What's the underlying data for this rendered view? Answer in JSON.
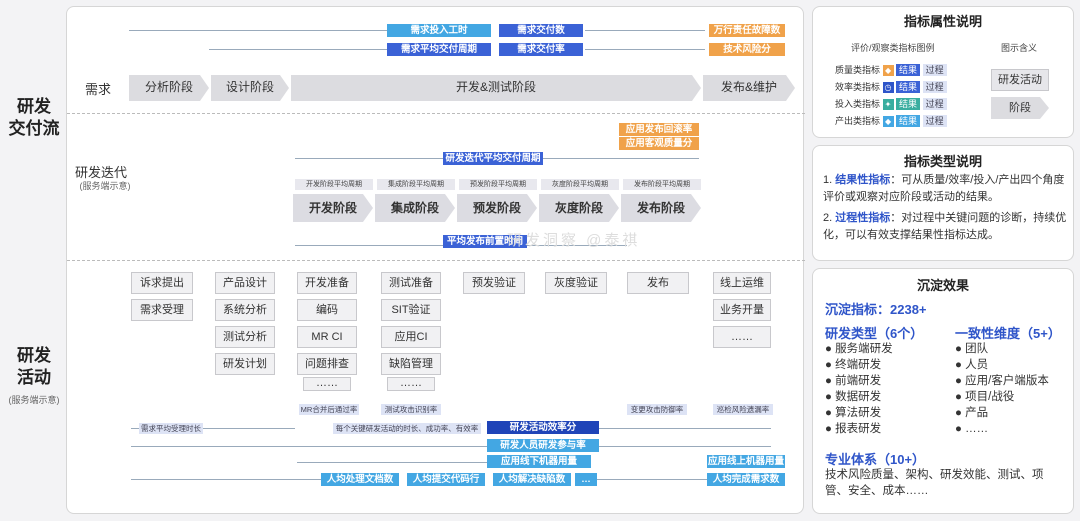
{
  "left": {
    "delivery_flow": "研发\n交付流",
    "activities": "研发\n活动",
    "activities_note": "(服务端示意)"
  },
  "flow": {
    "demand": "需求",
    "stages": [
      "分析阶段",
      "设计阶段",
      "开发&测试阶段",
      "发布&维护"
    ],
    "top_tags": {
      "manpower": "需求投入工时",
      "delivery_count": "需求交付数",
      "avg_cycle": "需求平均交付周期",
      "delivery_rate": "需求交付率",
      "fault_rate": "万行责任故障数",
      "tech_risk": "技术风险分"
    }
  },
  "iteration": {
    "title": "研发迭代",
    "note": "(服务端示意)",
    "rollback_rate": "应用发布回滚率",
    "customer_quality": "应用客观质量分",
    "avg_cycle": "研发迭代平均交付周期",
    "stage_labels": [
      "开发阶段平均周期",
      "集成阶段平均周期",
      "预发阶段平均周期",
      "灰度阶段平均周期",
      "发布阶段平均周期"
    ],
    "stages": [
      "开发阶段",
      "集成阶段",
      "预发阶段",
      "灰度阶段",
      "发布阶段"
    ],
    "lead_time": "平均发布前置时间",
    "watermark": "研发洞察 @泰祺"
  },
  "activities": {
    "col1": [
      "诉求提出",
      "需求受理"
    ],
    "col2": [
      "产品设计",
      "系统分析",
      "测试分析",
      "研发计划"
    ],
    "col3": [
      "开发准备",
      "编码",
      "MR CI",
      "问题排查",
      "……"
    ],
    "col4": [
      "测试准备",
      "SIT验证",
      "应用CI",
      "缺陷管理",
      "……"
    ],
    "col5": [
      "预发验证"
    ],
    "col6": [
      "灰度验证"
    ],
    "col7": [
      "发布"
    ],
    "col8": [
      "线上运维",
      "业务开量",
      "……"
    ]
  },
  "metrics_bottom": {
    "mr_rate": "MR合并后通过率",
    "test_attack": "测试攻击识别率",
    "change_defense": "变更攻击防御率",
    "rollback_risk": "巡检风险遗漏率",
    "avg_accept": "需求平均受理时长",
    "key_activity": "每个关键研发活动的时长、成功率、有效率",
    "efficiency": "研发活动效率分",
    "participation": "研发人员研发参与率",
    "offline_machine": "应用线下机器用量",
    "online_machine": "应用线上机器用量",
    "docs": "人均处理文档数",
    "commits": "人均提交代码行",
    "bugs": "人均解决缺陷数",
    "ellipsis": "…",
    "requirements": "人均完成需求数"
  },
  "attr_panel": {
    "title": "指标属性说明",
    "col_left": "评价/观察类指标图例",
    "col_right": "图示含义",
    "rows": [
      {
        "label": "质量类指标",
        "icon": "◆",
        "color": "#f0a24a",
        "result": "结果",
        "process": "过程"
      },
      {
        "label": "效率类指标",
        "icon": "◷",
        "color": "#2f55c9",
        "result": "结果",
        "process": "过程"
      },
      {
        "label": "投入类指标",
        "icon": "✦",
        "color": "#3aaea0",
        "result": "结果",
        "process": "过程"
      },
      {
        "label": "产出类指标",
        "icon": "◆",
        "color": "#43a7e3",
        "result": "结果",
        "process": "过程"
      }
    ],
    "example_activity": "研发活动",
    "example_stage": "阶段"
  },
  "type_panel": {
    "title": "指标类型说明",
    "item1_prefix": "1.",
    "item1_key": "结果性指标",
    "item1_text": "：可从质量/效率/投入/产出四个角度评价或观察对应阶段或活动的结果。",
    "item2_prefix": "2.",
    "item2_key": "过程性指标",
    "item2_text": "：对过程中关键问题的诊断，持续优化，可以有效支撑结果性指标达成。"
  },
  "effect_panel": {
    "title": "沉淀效果",
    "total": "沉淀指标：2238+",
    "types_title": "研发类型（6个）",
    "types": [
      "服务端研发",
      "终端研发",
      "前端研发",
      "数据研发",
      "算法研发",
      "报表研发"
    ],
    "dims_title": "一致性维度（5+）",
    "dims": [
      "团队",
      "人员",
      "应用/客户端版本",
      "项目/战役",
      "产品",
      "……"
    ],
    "pro_title": "专业体系（10+）",
    "pro_text": "技术风险质量、架构、研发效能、测试、项管、安全、成本……"
  }
}
